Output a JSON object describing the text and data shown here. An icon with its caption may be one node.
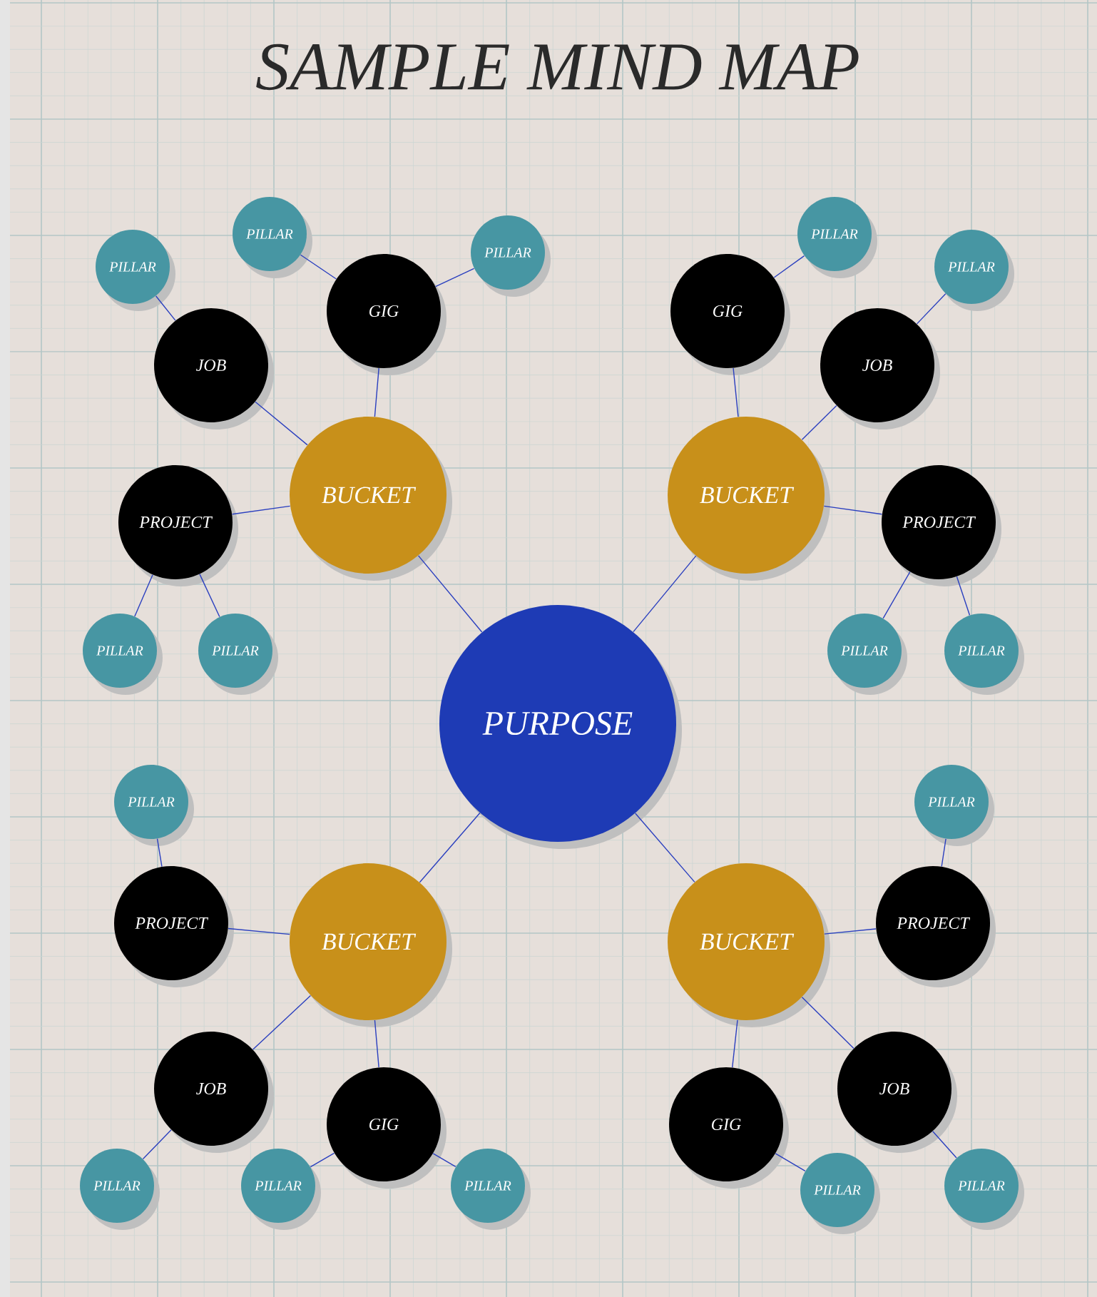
{
  "diagram": {
    "title": "SAMPLE MIND MAP",
    "nodes": [
      {
        "text": [
          "PURPOSE"
        ]
      },
      {
        "text": [
          "BUCKET"
        ]
      },
      {
        "text": [
          "JOB"
        ]
      },
      {
        "text": [
          "GIG"
        ]
      },
      {
        "text": [
          "PROJECT"
        ]
      },
      {
        "text": [
          "PILLAR"
        ]
      },
      {
        "text": [
          "PILLAR"
        ]
      },
      {
        "text": [
          "PILLAR"
        ]
      },
      {
        "text": [
          "PILLAR"
        ]
      },
      {
        "text": [
          "PILLAR"
        ]
      },
      {
        "text": [
          "BUCKET"
        ]
      },
      {
        "text": [
          "GIG"
        ]
      },
      {
        "text": [
          "JOB"
        ]
      },
      {
        "text": [
          "PROJECT"
        ]
      },
      {
        "text": [
          "PILLAR"
        ]
      },
      {
        "text": [
          "PILLAR"
        ]
      },
      {
        "text": [
          "PILLAR"
        ]
      },
      {
        "text": [
          "PILLAR"
        ]
      },
      {
        "text": [
          "BUCKET"
        ]
      },
      {
        "text": [
          "PROJECT"
        ]
      },
      {
        "text": [
          "JOB"
        ]
      },
      {
        "text": [
          "GIG"
        ]
      },
      {
        "text": [
          "PILLAR"
        ]
      },
      {
        "text": [
          "PILLAR"
        ]
      },
      {
        "text": [
          "PILLAR"
        ]
      },
      {
        "text": [
          "PILLAR"
        ]
      },
      {
        "text": [
          "BUCKET"
        ]
      },
      {
        "text": [
          "PROJECT"
        ]
      },
      {
        "text": [
          "GIG"
        ]
      },
      {
        "text": [
          "JOB"
        ]
      },
      {
        "text": [
          "PILLAR"
        ]
      },
      {
        "text": [
          "PILLAR"
        ]
      },
      {
        "text": [
          "PILLAR"
        ]
      }
    ],
    "edges": [
      {
        "from": 0,
        "to": 1,
        "arrow": "none"
      },
      {
        "from": 1,
        "to": 2,
        "arrow": "none"
      },
      {
        "from": 1,
        "to": 3,
        "arrow": "none"
      },
      {
        "from": 1,
        "to": 4,
        "arrow": "none"
      },
      {
        "from": 2,
        "to": 5,
        "arrow": "none"
      },
      {
        "from": 3,
        "to": 6,
        "arrow": "none"
      },
      {
        "from": 3,
        "to": 7,
        "arrow": "none"
      },
      {
        "from": 4,
        "to": 8,
        "arrow": "none"
      },
      {
        "from": 4,
        "to": 9,
        "arrow": "none"
      },
      {
        "from": 0,
        "to": 10,
        "arrow": "none"
      },
      {
        "from": 10,
        "to": 11,
        "arrow": "none"
      },
      {
        "from": 10,
        "to": 12,
        "arrow": "none"
      },
      {
        "from": 10,
        "to": 13,
        "arrow": "none"
      },
      {
        "from": 11,
        "to": 14,
        "arrow": "none"
      },
      {
        "from": 12,
        "to": 15,
        "arrow": "none"
      },
      {
        "from": 13,
        "to": 16,
        "arrow": "none"
      },
      {
        "from": 13,
        "to": 17,
        "arrow": "none"
      },
      {
        "from": 0,
        "to": 18,
        "arrow": "none"
      },
      {
        "from": 18,
        "to": 19,
        "arrow": "none"
      },
      {
        "from": 18,
        "to": 20,
        "arrow": "none"
      },
      {
        "from": 18,
        "to": 21,
        "arrow": "none"
      },
      {
        "from": 19,
        "to": 22,
        "arrow": "none"
      },
      {
        "from": 20,
        "to": 23,
        "arrow": "none"
      },
      {
        "from": 21,
        "to": 24,
        "arrow": "none"
      },
      {
        "from": 21,
        "to": 25,
        "arrow": "none"
      },
      {
        "from": 0,
        "to": 26,
        "arrow": "none"
      },
      {
        "from": 26,
        "to": 27,
        "arrow": "none"
      },
      {
        "from": 26,
        "to": 28,
        "arrow": "none"
      },
      {
        "from": 26,
        "to": 29,
        "arrow": "none"
      },
      {
        "from": 27,
        "to": 30,
        "arrow": "none"
      },
      {
        "from": 28,
        "to": 31,
        "arrow": "none"
      },
      {
        "from": 29,
        "to": 32,
        "arrow": "none"
      }
    ]
  }
}
